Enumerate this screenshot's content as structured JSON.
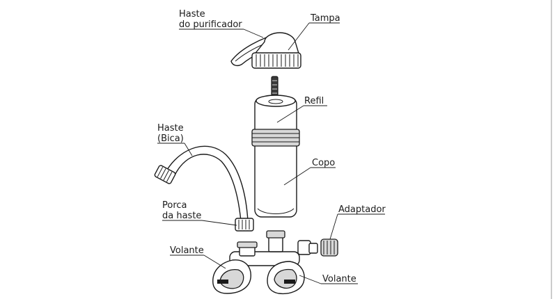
{
  "labels": {
    "haste_purificador_l1": "Haste",
    "haste_purificador_l2": "do purificador",
    "tampa": "Tampa",
    "refil": "Refil",
    "haste_bica_l1": "Haste",
    "haste_bica_l2": "(Bica)",
    "copo": "Copo",
    "porca_l1": "Porca",
    "porca_l2": "da haste",
    "adaptador": "Adaptador",
    "volante_left": "Volante",
    "volante_right": "Volante"
  }
}
